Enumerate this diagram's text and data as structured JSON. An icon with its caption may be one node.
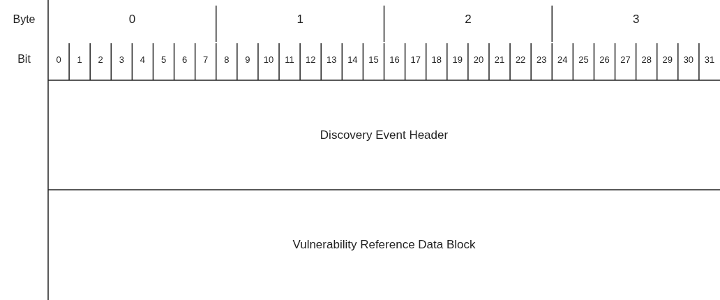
{
  "diagram": {
    "nodes": [
      {
        "text": [
          "Discovery Event Header"
        ]
      },
      {
        "text": [
          "Vulnerability Reference Data Block"
        ]
      }
    ],
    "labels": [
      "Byte",
      "0",
      "1",
      "2",
      "3",
      "Bit",
      "0",
      "1",
      "2",
      "3",
      "4",
      "5",
      "6",
      "7",
      "8",
      "9",
      "10",
      "11",
      "12",
      "13",
      "14",
      "15",
      "16",
      "17",
      "18",
      "19",
      "20",
      "21",
      "22",
      "23",
      "24",
      "25",
      "26",
      "27",
      "28",
      "29",
      "30",
      "31"
    ]
  }
}
